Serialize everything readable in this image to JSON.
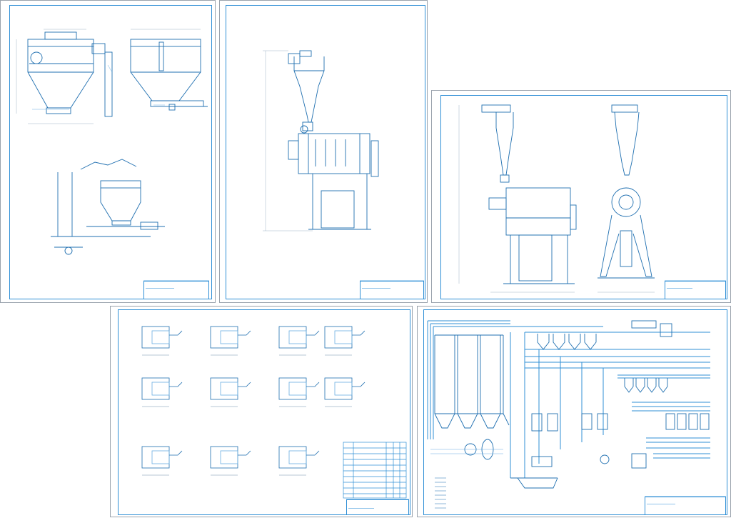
{
  "sheets": [
    {
      "id": "sheet-1",
      "title_block": {
        "title": "",
        "sheet_label": ""
      }
    },
    {
      "id": "sheet-2",
      "title_block": {
        "title": "",
        "sheet_label": ""
      }
    },
    {
      "id": "sheet-3",
      "title_block": {
        "title": "",
        "sheet_label": ""
      }
    },
    {
      "id": "sheet-4",
      "title_block": {
        "title": "",
        "sheet_label": ""
      }
    },
    {
      "id": "sheet-5",
      "title_block": {
        "title": "",
        "sheet_label": ""
      }
    }
  ],
  "colors": {
    "frame": "#2f8fd6",
    "line": "#1f6fb0",
    "dim_line": "#9fb4c6",
    "hatch": "#6aaee2"
  }
}
